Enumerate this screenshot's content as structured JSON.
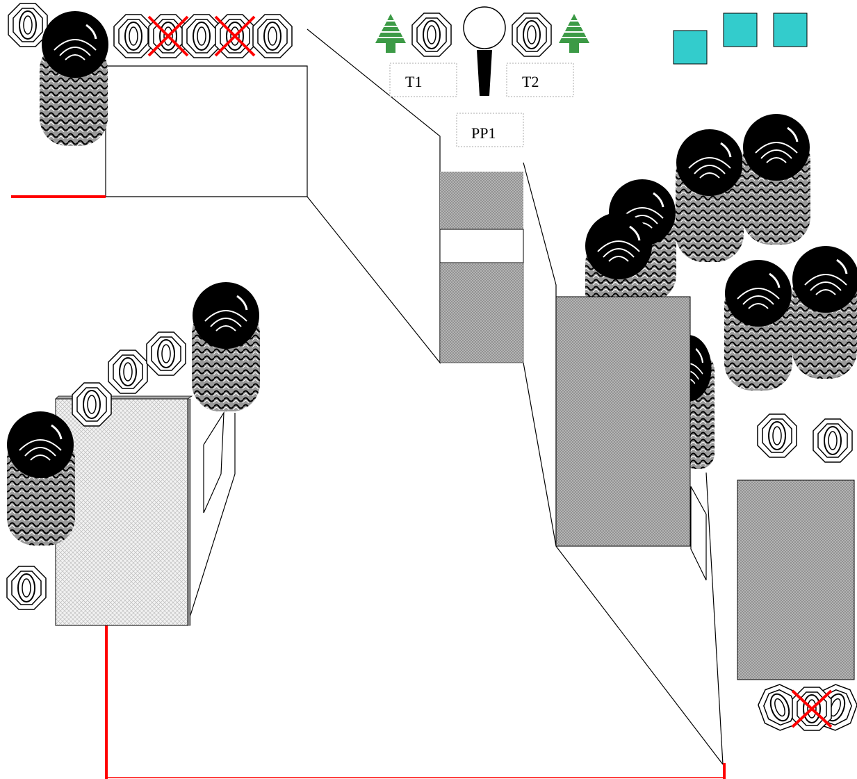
{
  "labels": {
    "t1": "T1",
    "t2": "T2",
    "pp1": "PP1"
  },
  "colors": {
    "boundary": "#ff0000",
    "tree": "#3c9a46",
    "teal": "#33cccc",
    "tire": "#000000",
    "grey": "#b5b5b5",
    "light": "#e6e6e6"
  },
  "icons": [
    "tire-stack-icon",
    "target-icon",
    "crossed-target-icon",
    "tree-icon",
    "signpost-icon",
    "cube-icon",
    "trailer-icon"
  ]
}
